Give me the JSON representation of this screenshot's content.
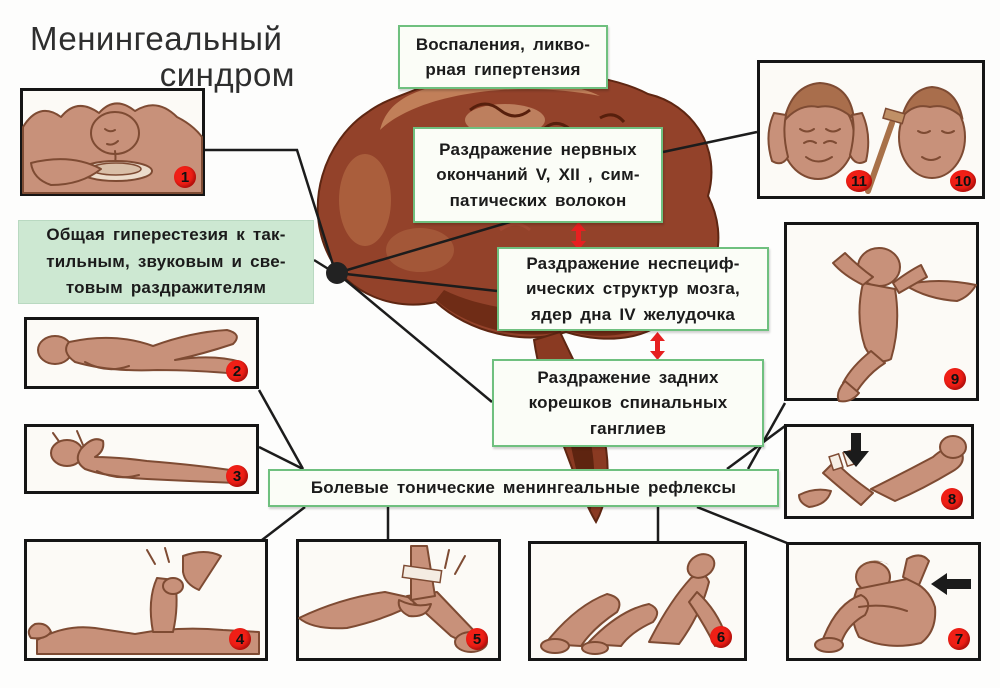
{
  "title": {
    "line1": "Менингеальный",
    "line2": "синдром"
  },
  "boxes": {
    "inflammation": {
      "lines": [
        "Воспаления, ликво-",
        "рная гипертензия"
      ]
    },
    "nerve_endings": {
      "lines": [
        "Раздражение нервных",
        "окончаний V, XII , сим-",
        "патических волокон"
      ]
    },
    "nonspecific_structures": {
      "lines": [
        "Раздражение неспециф-",
        "ических структур мозга,",
        "ядер дна IV желудочка"
      ]
    },
    "spinal_roots": {
      "lines": [
        "Раздражение задних",
        "корешков спинальных",
        "ганглиев"
      ]
    },
    "hyperesthesia": {
      "lines": [
        "Общая гиперестезия к так-",
        "тильным, звуковым и све-",
        "товым раздражителям"
      ]
    },
    "reflexes": {
      "label": "Болевые тонические менингеальные рефлексы"
    }
  },
  "panels": {
    "p1": {
      "number": "1",
      "figure": "vomiting-patient"
    },
    "p2": {
      "number": "2",
      "figure": "child-lying-legs-drawn-up"
    },
    "p3": {
      "number": "3",
      "figure": "child-opisthotonus"
    },
    "p4": {
      "number": "4",
      "figure": "kernig-sign-test"
    },
    "p5": {
      "number": "5",
      "figure": "leg-flexion-test"
    },
    "p6": {
      "number": "6",
      "figure": "tripod-posture"
    },
    "p7": {
      "number": "7",
      "figure": "seated-neck-flexion-arrow"
    },
    "p8": {
      "number": "8",
      "figure": "supine-pubic-pressure-arrow"
    },
    "p9": {
      "number": "9",
      "figure": "suspended-infant"
    },
    "p10": {
      "number": "10",
      "figure": "cheekbone-percussion"
    },
    "p11": {
      "number": "11",
      "figure": "hands-on-head-grimace"
    }
  },
  "colors": {
    "box_border_green": "#6fc07f",
    "green_fill": "#cde8d2",
    "badge_red": "#f01f16",
    "arrow_red": "#e62020",
    "line_black": "#1c1c1c",
    "brain_brown": "#93422a"
  }
}
